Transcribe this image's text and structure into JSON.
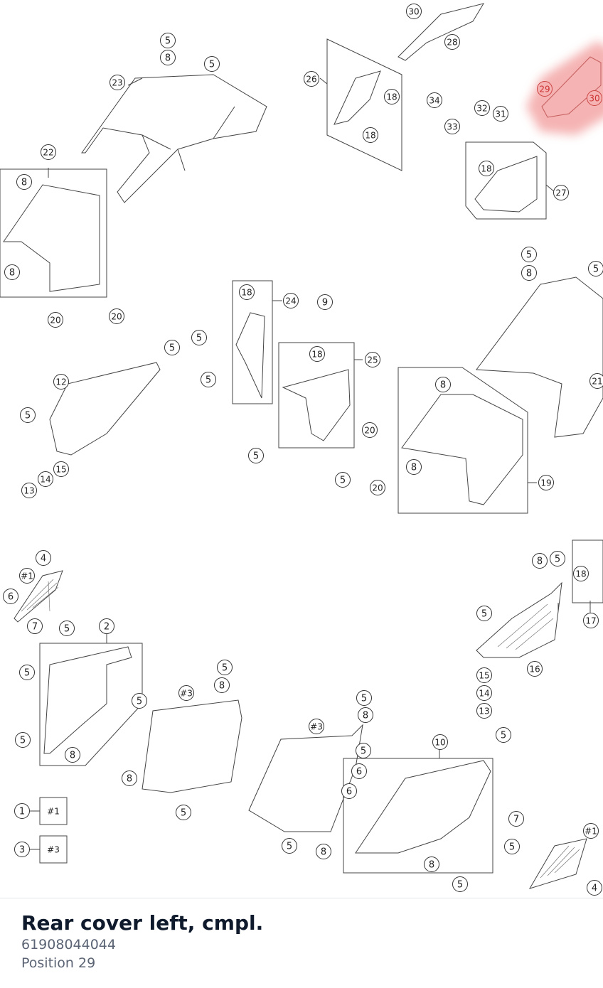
{
  "selected_part": {
    "name": "Rear cover left, cmpl.",
    "number": "61908044044",
    "position_label": "Position",
    "position": "29",
    "highlight_color": "#f08a8a"
  },
  "diagram": {
    "callouts": [
      "1",
      "2",
      "3",
      "4",
      "5",
      "6",
      "7",
      "8",
      "9",
      "10",
      "12",
      "13",
      "14",
      "15",
      "16",
      "17",
      "18",
      "19",
      "20",
      "21",
      "22",
      "23",
      "24",
      "25",
      "26",
      "27",
      "28",
      "29",
      "30",
      "31",
      "32",
      "33",
      "34",
      "#1",
      "#3"
    ]
  }
}
